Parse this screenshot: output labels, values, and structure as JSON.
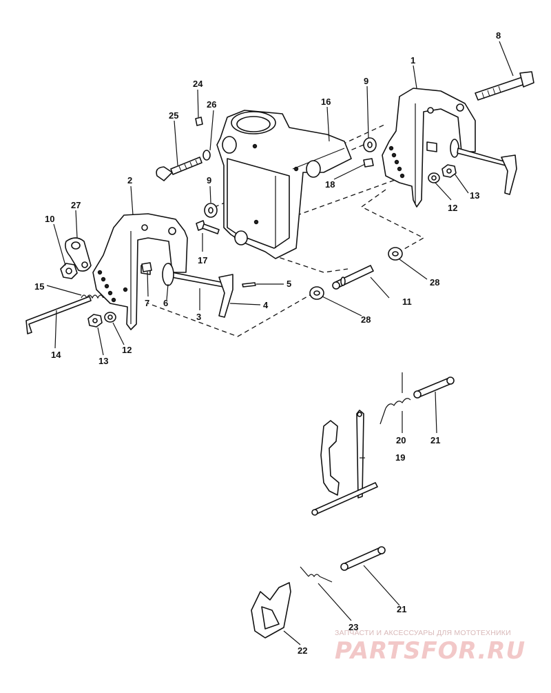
{
  "diagram": {
    "callouts": {
      "c1": "1",
      "c2": "2",
      "c3": "3",
      "c4": "4",
      "c5": "5",
      "c6": "6",
      "c7": "7",
      "c8": "8",
      "c9a": "9",
      "c9b": "9",
      "c10": "10",
      "c11": "11",
      "c12a": "12",
      "c12b": "12",
      "c13a": "13",
      "c13b": "13",
      "c14": "14",
      "c15": "15",
      "c16": "16",
      "c17": "17",
      "c18": "18",
      "c19": "19",
      "c20": "20",
      "c21a": "21",
      "c21b": "21",
      "c22": "22",
      "c23": "23",
      "c24": "24",
      "c25": "25",
      "c26": "26",
      "c27": "27",
      "c28a": "28",
      "c28b": "28"
    }
  },
  "watermark": {
    "tagline": "ЗАПЧАСТИ И АКСЕССУАРЫ ДЛЯ МОТОТЕХНИКИ",
    "logo": "PARTSFOR.RU"
  }
}
